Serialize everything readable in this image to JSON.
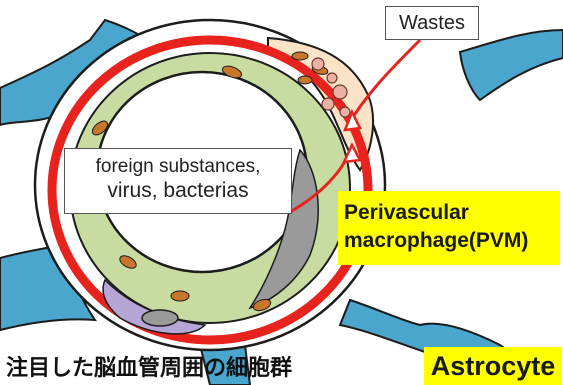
{
  "labels": {
    "wastes": "Wastes",
    "foreign_line1": "foreign substances,",
    "foreign_line2": "virus, bacterias",
    "pvm_line1": "Perivascular",
    "pvm_line2": "macrophage(PVM)",
    "caption_jp": "注目した脳血管周囲の細胞群",
    "astrocyte": "Astrocyte"
  },
  "colors": {
    "astrocyte_blue": "#4aa6cc",
    "endothelium_green": "#c8dba0",
    "basement_red": "#e8231e",
    "perivascular_tan": "#fbe3c8",
    "mitochondria_brown": "#c8762b",
    "pericyte_purple": "#b6a6d6",
    "nucleus_gray": "#9a9a9a",
    "highlight_yellow": "#ffff00"
  }
}
